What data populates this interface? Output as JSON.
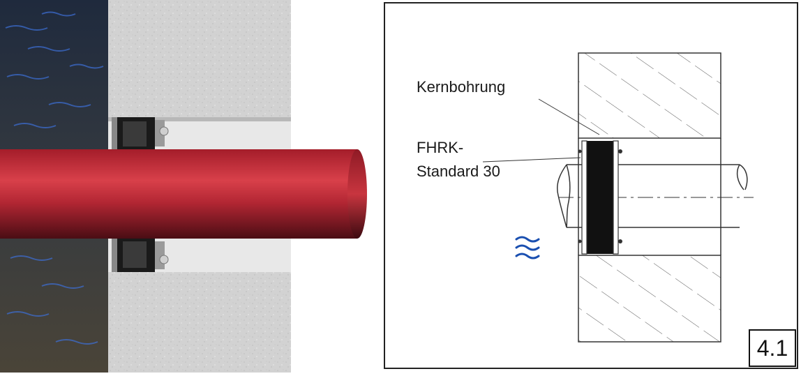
{
  "diagram": {
    "labels": {
      "core_drilling": "Kernbohrung",
      "product_line1": "FHRK-",
      "product_line2": "Standard 30"
    },
    "figure_number": "4.1",
    "icons": {
      "water": "water-waves-icon"
    },
    "colors": {
      "pipe": "#c0303a",
      "water_waves": "#1a4fb0",
      "seal": "#111111",
      "concrete": "#d4d4d4",
      "soil": "#2f3440"
    }
  }
}
